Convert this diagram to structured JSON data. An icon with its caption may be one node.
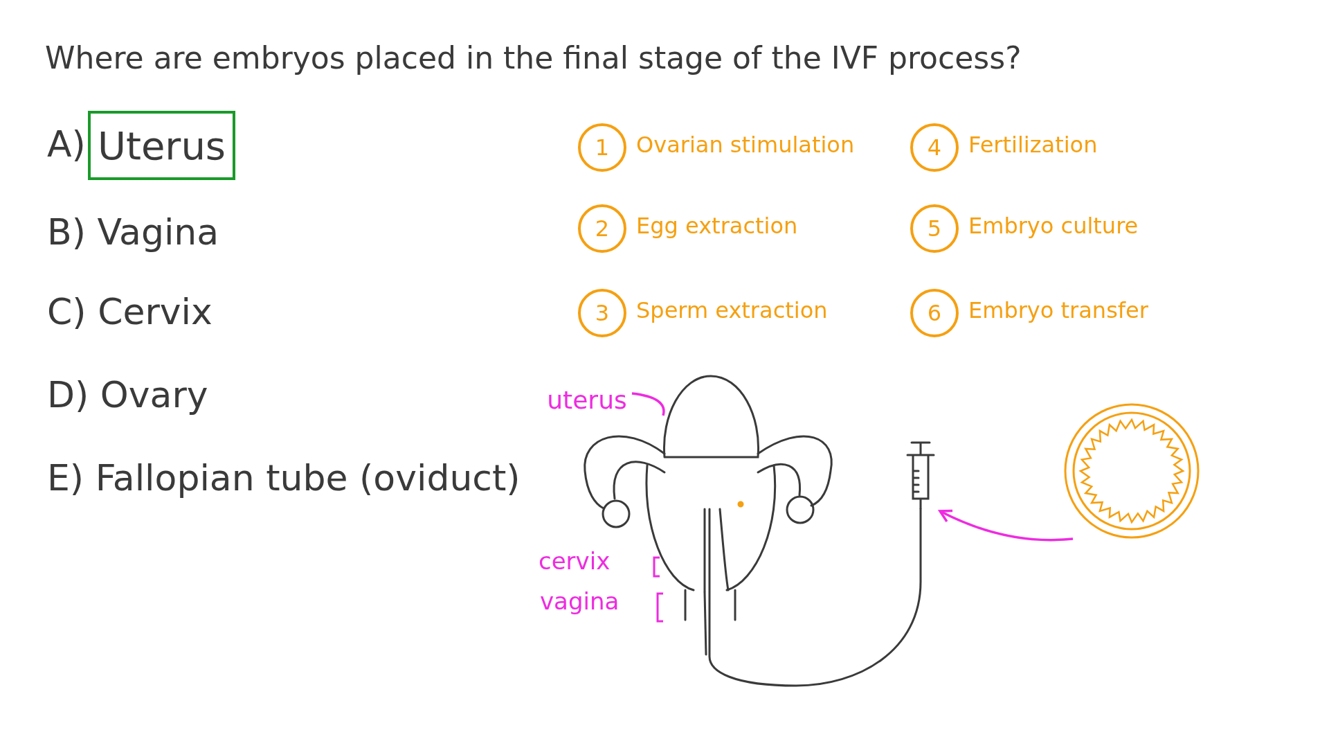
{
  "diagram": {
    "title": "Where are embryos placed in the final stage of the IVF process?",
    "nodes": [
      {
        "text": [
          "Uterus"
        ],
        "beside": [
          "A)"
        ]
      },
      {
        "text": [
          "1"
        ],
        "beside": [
          "Ovarian stimulation"
        ]
      },
      {
        "text": [
          "4"
        ],
        "beside": [
          "Fertilization"
        ]
      },
      {
        "text": [
          "2"
        ],
        "beside": [
          "Egg extraction"
        ]
      },
      {
        "text": [
          "5"
        ],
        "beside": [
          "Embryo culture"
        ]
      },
      {
        "text": [
          "3"
        ],
        "beside": [
          "Sperm extraction"
        ]
      },
      {
        "text": [
          "6"
        ],
        "beside": [
          "Embryo transfer"
        ]
      },
      {
        "text": [
          "uterus"
        ]
      },
      {
        "text": [],
        "shape": "picture"
      },
      {
        "text": [],
        "shape": "picture"
      },
      {
        "text": [],
        "shape": "picture"
      }
    ],
    "edges": [
      {
        "from": 7,
        "to": 8,
        "arrow": "none"
      },
      {
        "from": 10,
        "to": 9,
        "arrow": "to"
      }
    ],
    "labels": [
      "B) Vagina",
      "C) Cervix",
      "D) Ovary",
      "E) Fallopian tube (oviduct)",
      "cervix",
      "vagina"
    ]
  }
}
